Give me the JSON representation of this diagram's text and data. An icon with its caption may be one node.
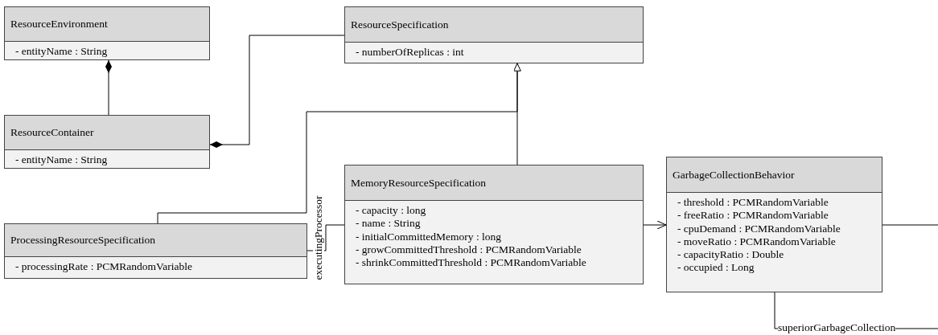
{
  "diagram": {
    "nodes": [
      {
        "text": [
          "ResourceEnvironment",
          "- entityName : String"
        ]
      },
      {
        "text": [
          "ResourceSpecification",
          "- numberOfReplicas : int"
        ]
      },
      {
        "text": [
          "ResourceContainer",
          "- entityName : String"
        ]
      },
      {
        "text": [
          "MemoryResourceSpecification",
          "- capacity : long",
          "- name : String",
          "- initialCommittedMemory : long",
          "- growCommittedThreshold : PCMRandomVariable",
          "- shrinkCommittedThreshold : PCMRandomVariable"
        ]
      },
      {
        "text": [
          "GarbageCollectionBehavior",
          "- threshold : PCMRandomVariable",
          "- freeRatio : PCMRandomVariable",
          "- cpuDemand : PCMRandomVariable",
          "- moveRatio : PCMRandomVariable",
          "- capacityRatio : Double",
          "- occupied : Long"
        ]
      },
      {
        "text": [
          "ProcessingResourceSpecification",
          "- processingRate : PCMRandomVariable"
        ]
      }
    ],
    "edges": [
      {
        "from": 2,
        "to": 0,
        "arrow": "other"
      },
      {
        "from": 1,
        "to": 2,
        "arrow": "other"
      },
      {
        "from": 3,
        "to": 1,
        "arrow": "to"
      },
      {
        "from": 5,
        "to": 1,
        "arrow": "to"
      },
      {
        "from": 3,
        "to": 5,
        "arrow": "none",
        "label": "executingProcessor"
      },
      {
        "from": 3,
        "to": 4,
        "arrow": "to"
      },
      {
        "from": 4,
        "to": 4,
        "arrow": "none",
        "label": "superiorGarbageCollection"
      }
    ]
  }
}
